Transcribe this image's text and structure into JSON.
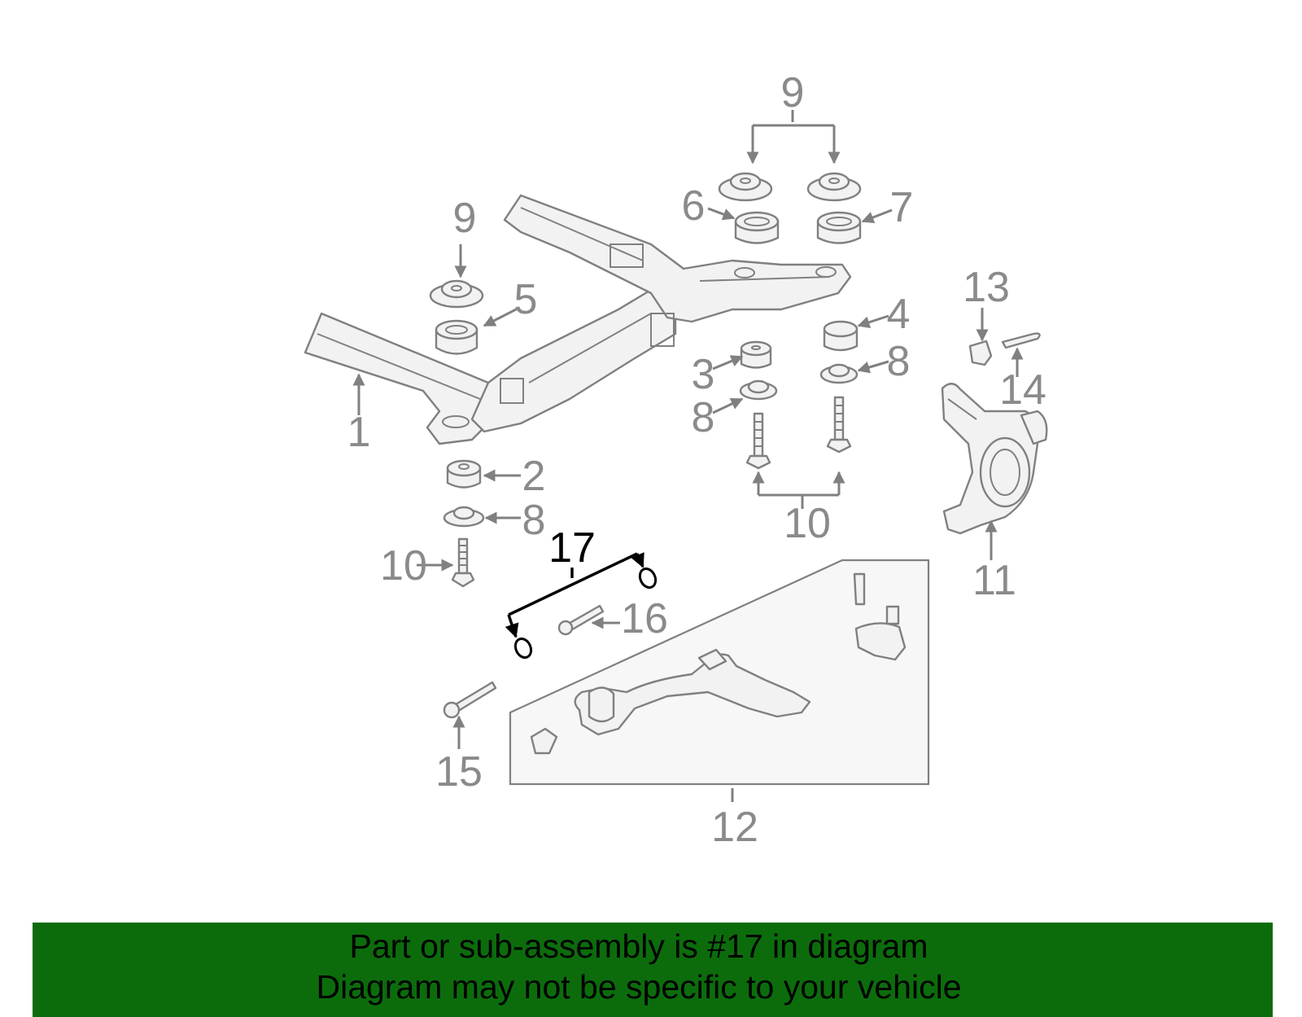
{
  "callouts": {
    "n1": "1",
    "n2": "2",
    "n3": "3",
    "n4": "4",
    "n5": "5",
    "n6": "6",
    "n7": "7",
    "n8a": "8",
    "n8b": "8",
    "n8c": "8",
    "n9_top": "9",
    "n9_left": "9",
    "n10_left": "10",
    "n10_right": "10",
    "n11": "11",
    "n12": "12",
    "n13": "13",
    "n14": "14",
    "n15": "15",
    "n16": "16",
    "n17": "17"
  },
  "highlighted_part": "17",
  "colors": {
    "banner": "#0c6c0c",
    "label": "#8a8a8a",
    "highlight": "#000000"
  },
  "banner": {
    "line1": "Part or sub-assembly is #17 in diagram",
    "line2": "Diagram may not be specific to your vehicle"
  }
}
